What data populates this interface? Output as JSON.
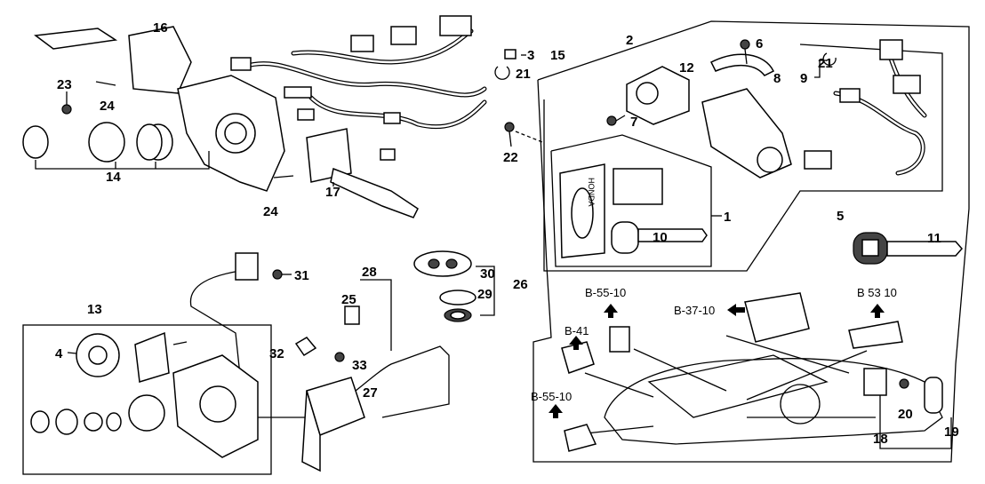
{
  "labels": {
    "l16": "16",
    "l23": "23",
    "l24a": "24",
    "l14": "14",
    "l24b": "24",
    "l17": "17",
    "l3": "3",
    "l15": "15",
    "l21a": "21",
    "l2": "2",
    "l6": "6",
    "l12": "12",
    "l8": "8",
    "l21b": "21",
    "l9": "9",
    "l7": "7",
    "l22": "22",
    "l10": "10",
    "l1": "1",
    "l5": "5",
    "l11": "11",
    "l28": "28",
    "l31": "31",
    "l25": "25",
    "l30": "30",
    "l29": "29",
    "l26": "26",
    "l13": "13",
    "l4": "4",
    "l32": "32",
    "l33": "33",
    "l27": "27",
    "l20": "20",
    "l18": "18",
    "l19": "19"
  },
  "references": {
    "r1": "B-55-10",
    "r2": "B-37-10",
    "r3": "B 53 10",
    "r4": "B-41",
    "r5": "B-55-10"
  },
  "logo_text": "HONDA"
}
